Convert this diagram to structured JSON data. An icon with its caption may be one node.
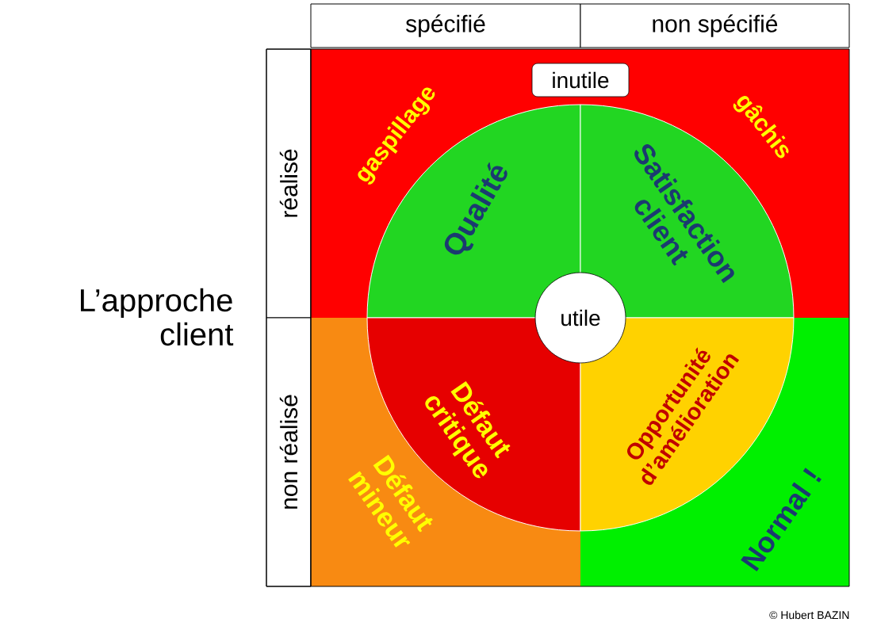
{
  "diagram": {
    "title": "L’approche client",
    "nodes": [
      {
        "text": [
          "spécifié"
        ]
      },
      {
        "text": [
          "non spécifié"
        ]
      },
      {
        "text": [
          "réalisé"
        ]
      },
      {
        "text": [
          "non réalisé"
        ]
      },
      {
        "text": [
          "gaspillage"
        ]
      },
      {
        "text": [
          "gâchis"
        ]
      },
      {
        "text": [
          "Défaut mineur"
        ]
      },
      {
        "text": [
          "Normal !"
        ]
      },
      {
        "text": [
          "Qualité"
        ],
        "in": 4
      },
      {
        "text": [
          "Satisfaction client"
        ],
        "in": 5
      },
      {
        "text": [
          "Défaut critique"
        ],
        "in": 6
      },
      {
        "text": [
          "Opportunité d’amélioration"
        ],
        "in": 7
      },
      {
        "text": [
          "inutile"
        ]
      },
      {
        "text": [
          "utile"
        ]
      }
    ],
    "labels": [
      "© Hubert BAZIN"
    ]
  }
}
